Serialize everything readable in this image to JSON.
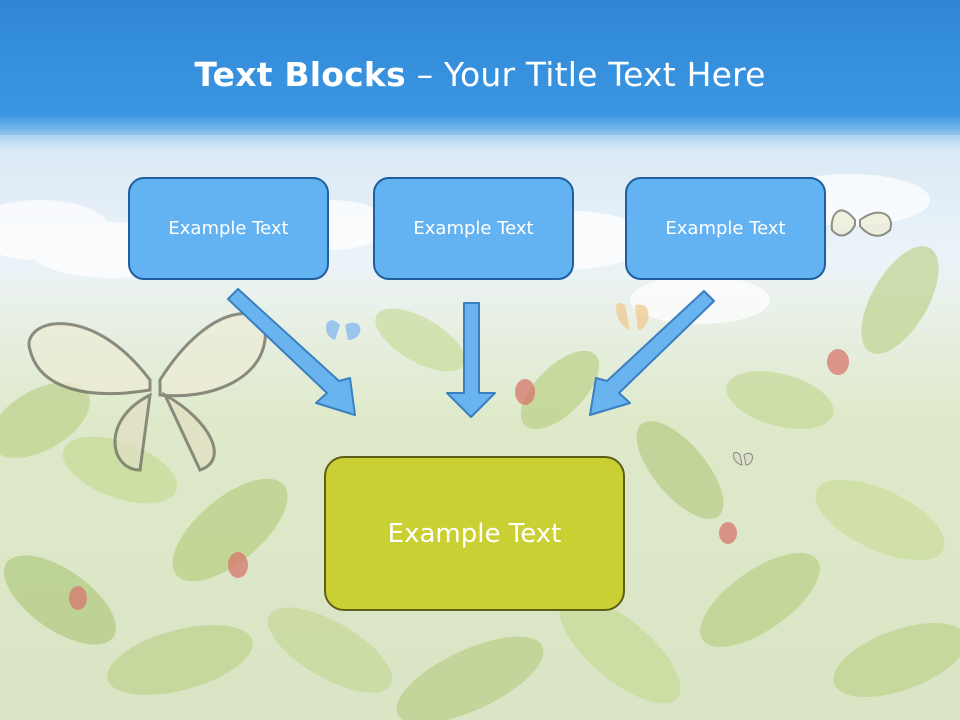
{
  "slide": {
    "title_bold": "Text Blocks",
    "title_dash": " – ",
    "title_rest": "Your Title Text Here"
  },
  "blocks": [
    {
      "text": "Example Text"
    },
    {
      "text": "Example Text"
    },
    {
      "text": "Example Text"
    }
  ],
  "target_block": {
    "text": "Example Text"
  },
  "colors": {
    "header": "#3b97e3",
    "block_fill": "#63b2f2",
    "block_border": "#1f5f9e",
    "target_fill": "#cad033",
    "arrow_fill": "#69b3ef"
  },
  "decorations": [
    "butterfly-icon",
    "ladybug-icon",
    "leaf-icon",
    "cloud-icon"
  ]
}
